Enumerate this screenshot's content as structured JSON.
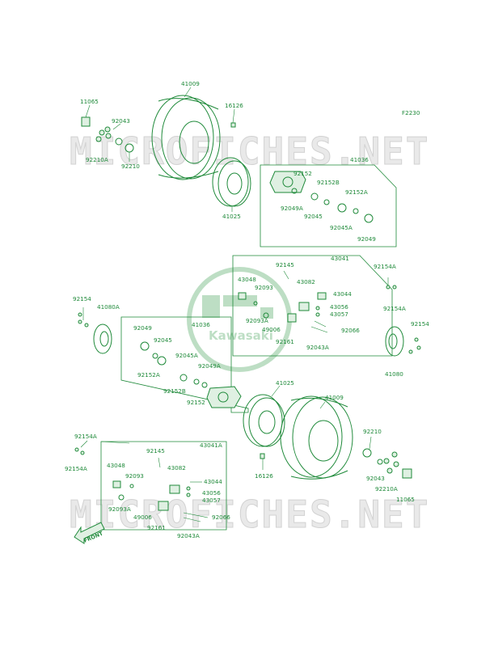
{
  "diagram_id": "F2230",
  "watermark": "MICROFICHES.NET",
  "logo_text": "Kawasaki",
  "front_label": "FRONT",
  "labels": {
    "l11065_top": "11065",
    "l41009_top": "41009",
    "l16126_top": "16126",
    "l92043_top": "92043",
    "l92210A_top": "92210A",
    "l92210_top": "92210",
    "l41025_top": "41025",
    "l41036_top": "41036",
    "l92152_top": "92152",
    "l92152B_top": "92152B",
    "l92152A_top": "92152A",
    "l92049A_top": "92049A",
    "l92045_top": "92045",
    "l92045A_top": "92045A",
    "l92049_top": "92049",
    "l43041": "43041",
    "l92145_top": "92145",
    "l43048_top": "43048",
    "l92093_top": "92093",
    "l43082_top": "43082",
    "l43044_top": "43044",
    "l43056_top": "43056",
    "l43057_top": "43057",
    "l92093A_top": "92093A",
    "l49006_top": "49006",
    "l92066_top": "92066",
    "l92161_top": "92161",
    "l92043A_top": "92043A",
    "l92154A_r1": "92154A",
    "l92154A_r2": "92154A",
    "l92154_left": "92154",
    "l41080A": "41080A",
    "l92049_mid": "92049",
    "l41036_mid": "41036",
    "l92045_mid": "92045",
    "l92152A_mid": "92152A",
    "l92045A_mid": "92045A",
    "l92049A_mid": "92049A",
    "l92152B_mid": "92152B",
    "l92152_mid": "92152",
    "l92154_right": "92154",
    "l41080": "41080",
    "l41025_bot": "41025",
    "l41009_bot": "41009",
    "l92210_bot": "92210",
    "l16126_bot": "16126",
    "l92043_bot": "92043",
    "l92210A_bot": "92210A",
    "l11065_bot": "11065",
    "l92154A_l1": "92154A",
    "l92154A_l2": "92154A",
    "l92145_bot": "92145",
    "l43041A": "43041A",
    "l43048_bot": "43048",
    "l92093_bot": "92093",
    "l43082_bot": "43082",
    "l43044_bot": "43044",
    "l43056_bot": "43056",
    "l43057_bot": "43057",
    "l92093A_bot": "92093A",
    "l49006_bot": "49006",
    "l92066_bot": "92066",
    "l92161_bot": "92161",
    "l92043A_bot": "92043A"
  }
}
